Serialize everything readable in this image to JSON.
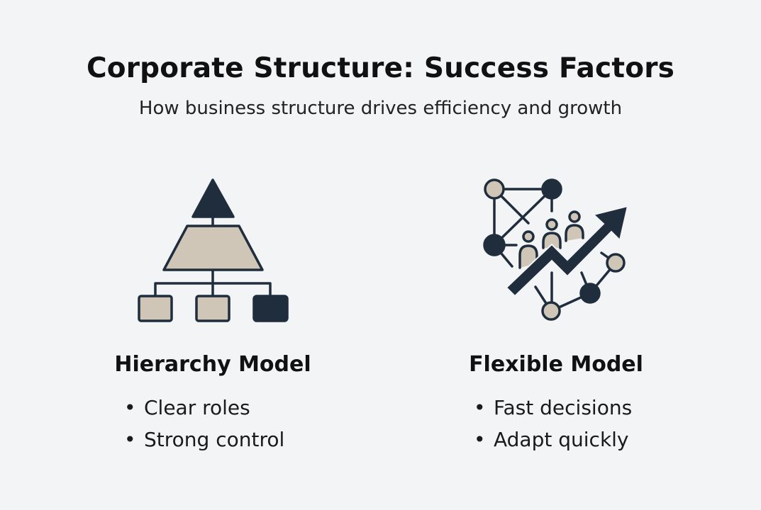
{
  "title": "Corporate Structure: Success Factors",
  "subtitle": "How business structure drives efficiency and growth",
  "colors": {
    "dark": "#1f2d3d",
    "beige": "#cfc6b8",
    "background": "#f3f4f5"
  },
  "models": [
    {
      "icon": "hierarchy-pyramid-icon",
      "heading": "Hierarchy Model",
      "bullets": [
        "Clear roles",
        "Strong control"
      ]
    },
    {
      "icon": "network-growth-icon",
      "heading": "Flexible Model",
      "bullets": [
        "Fast decisions",
        "Adapt quickly"
      ]
    }
  ]
}
